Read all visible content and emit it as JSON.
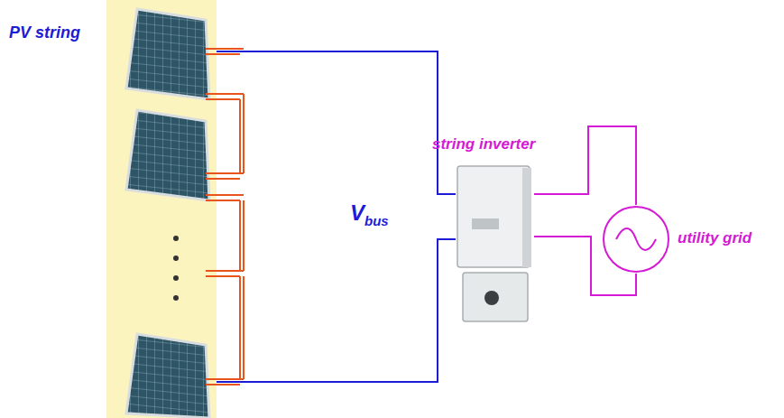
{
  "diagram": {
    "nodes": [
      {
        "text": [
          "PV string"
        ]
      },
      {
        "text": [
          "string inverter"
        ]
      },
      {
        "text": [
          "utility grid"
        ]
      }
    ],
    "edges": [
      {
        "from": 0,
        "to": 1,
        "arrow": "none"
      },
      {
        "from": 0,
        "to": 1,
        "arrow": "none"
      },
      {
        "from": 1,
        "to": 2,
        "arrow": "none"
      },
      {
        "from": 1,
        "to": 2,
        "arrow": "none"
      }
    ],
    "labels": [
      "V",
      "bus"
    ]
  }
}
